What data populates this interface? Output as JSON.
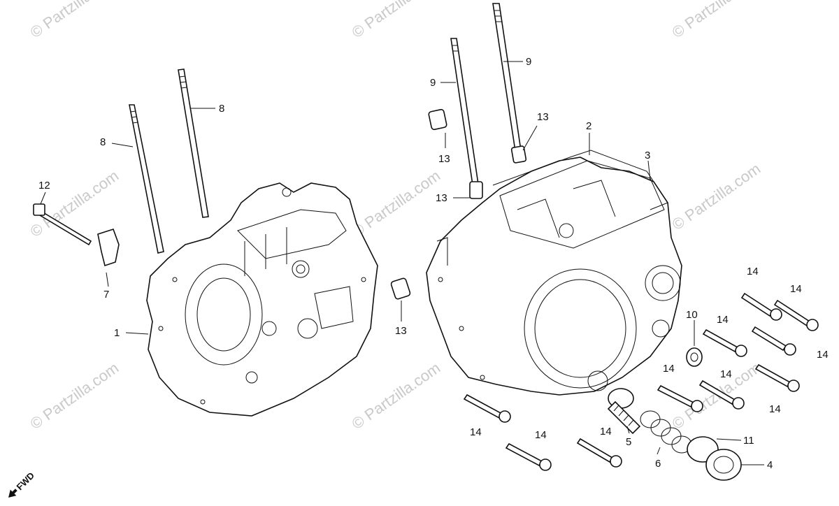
{
  "watermark": "© Partzilla.com",
  "direction_label": "FWD",
  "callouts": {
    "c1": "1",
    "c2": "2",
    "c3": "3",
    "c4": "4",
    "c5": "5",
    "c6": "6",
    "c7": "7",
    "c8a": "8",
    "c8b": "8",
    "c9a": "9",
    "c9b": "9",
    "c10": "10",
    "c11": "11",
    "c12": "12",
    "c13a": "13",
    "c13b": "13",
    "c13c": "13",
    "c13d": "13",
    "c14a": "14",
    "c14b": "14",
    "c14c": "14",
    "c14d": "14",
    "c14e": "14",
    "c14f": "14",
    "c14g": "14",
    "c14h": "14",
    "c14i": "14",
    "c14j": "14"
  }
}
